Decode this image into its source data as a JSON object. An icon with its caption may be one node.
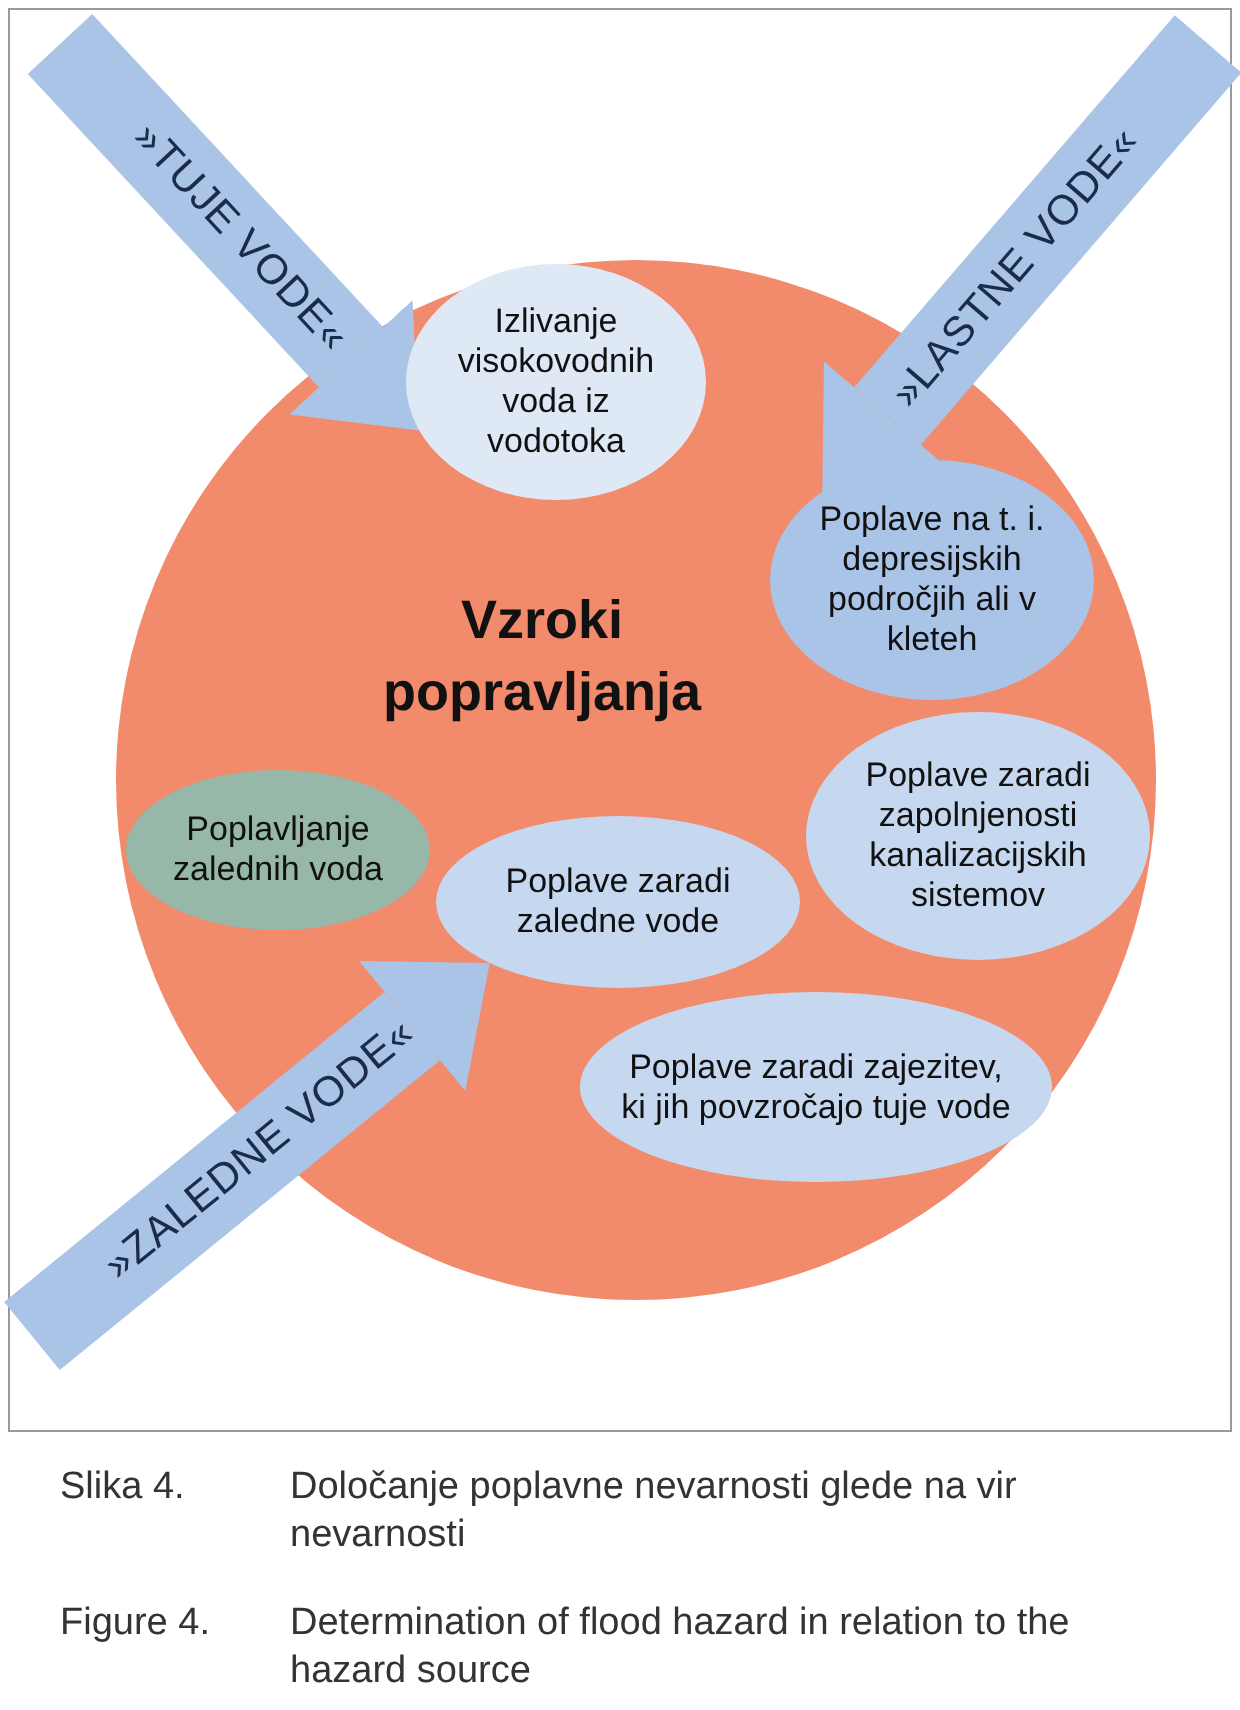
{
  "diagram": {
    "nodes": [
      {
        "text": [
          "Vzroki popravljanja"
        ]
      },
      {
        "text": [
          "Izlivanje visokovodnih voda iz vodotoka"
        ],
        "in": 0
      },
      {
        "text": [
          "Poplave na t. i. depresijskih področjih ali v kleteh"
        ],
        "in": 0
      },
      {
        "text": [
          "Poplavljanje zalednih voda"
        ],
        "in": 0
      },
      {
        "text": [
          "Poplave zaradi zaledne vode"
        ],
        "in": 0
      },
      {
        "text": [
          "Poplave zaradi zapolnjenosti kanalizacijskih sistemov"
        ],
        "in": 0
      },
      {
        "text": [
          "Poplave zaradi zajezitev, ki jih povzročajo tuje vode"
        ],
        "in": 0
      }
    ],
    "edges": [
      {
        "from": null,
        "to": 1,
        "arrow": "to",
        "label": "»TUJE VODE«"
      },
      {
        "from": null,
        "to": 2,
        "arrow": "to",
        "label": "»LASTNE VODE«"
      },
      {
        "from": null,
        "to": 4,
        "arrow": "to",
        "label": "»ZALEDNE VODE«"
      }
    ],
    "labels": [
      "Slika 4.",
      "Določanje poplavne nevarnosti glede na vir nevarnosti",
      "Figure 4.",
      "Determination of flood hazard in relation to the hazard source"
    ]
  }
}
